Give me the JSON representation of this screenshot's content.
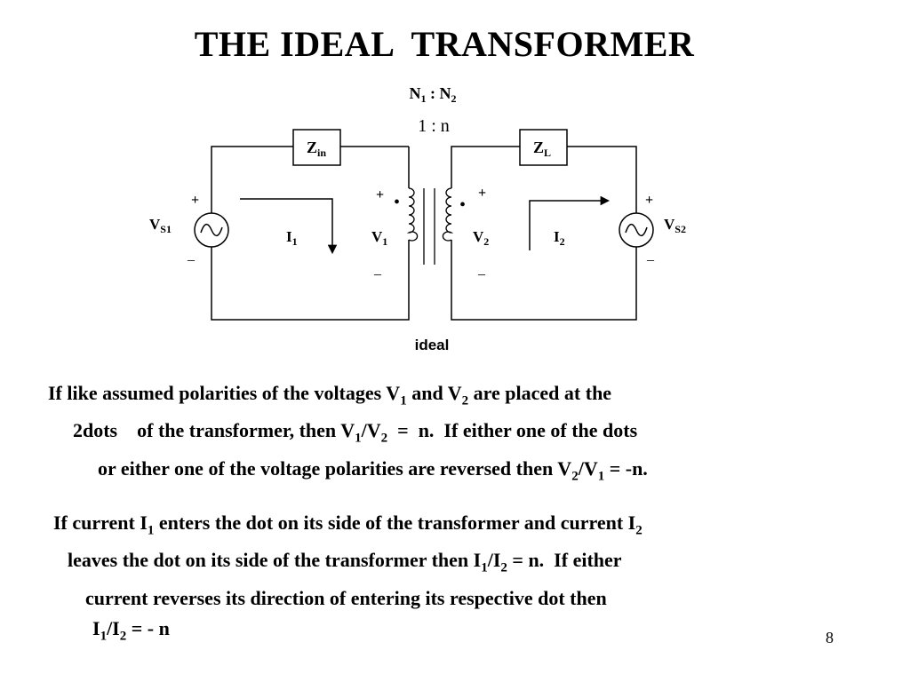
{
  "slide": {
    "title": "THE IDEAL  TRANSFORMER",
    "page_number": "8"
  },
  "diagram": {
    "turns_label": {
      "n": "N",
      "s1": "1",
      "sep": " : ",
      "s2": "2"
    },
    "ratio_label": "1 : n",
    "zin": {
      "main": "Z",
      "sub": "in"
    },
    "zl": {
      "main": "Z",
      "sub": "L"
    },
    "vs1": {
      "main": "V",
      "sub": "S1"
    },
    "vs2": {
      "main": "V",
      "sub": "S2"
    },
    "i1": {
      "main": "I",
      "sub": "1"
    },
    "i2": {
      "main": "I",
      "sub": "2"
    },
    "v1": {
      "main": "V",
      "sub": "1"
    },
    "v2": {
      "main": "V",
      "sub": "2"
    },
    "plus": "+",
    "minus": "_",
    "source_symbol": "~",
    "dot": "•",
    "ideal_label": "ideal"
  },
  "paragraph1": {
    "lines": [
      [
        "If like assumed polarities of the voltages V",
        {
          "s": "1"
        },
        " and V",
        {
          "s": "2"
        },
        " are placed at the"
      ],
      [
        "2dots    of the transformer, then V",
        {
          "s": "1"
        },
        "/V",
        {
          "s": "2"
        },
        "  =  n.  If either one of the dots"
      ],
      [
        "or either one of the voltage polarities are reversed then V",
        {
          "s": "2"
        },
        "/V",
        {
          "s": "1"
        },
        " = -n."
      ]
    ]
  },
  "paragraph2": {
    "lines": [
      [
        "If current I",
        {
          "s": "1"
        },
        " enters the dot on its side of the transformer and current I",
        {
          "s": "2"
        }
      ],
      [
        "leaves the dot on its side of the transformer then I",
        {
          "s": "1"
        },
        "/I",
        {
          "s": "2"
        },
        " = n.  If either"
      ],
      [
        "current reverses its direction of entering its respective dot then"
      ],
      [
        "I",
        {
          "s": "1"
        },
        "/I",
        {
          "s": "2"
        },
        " = - n"
      ]
    ]
  }
}
